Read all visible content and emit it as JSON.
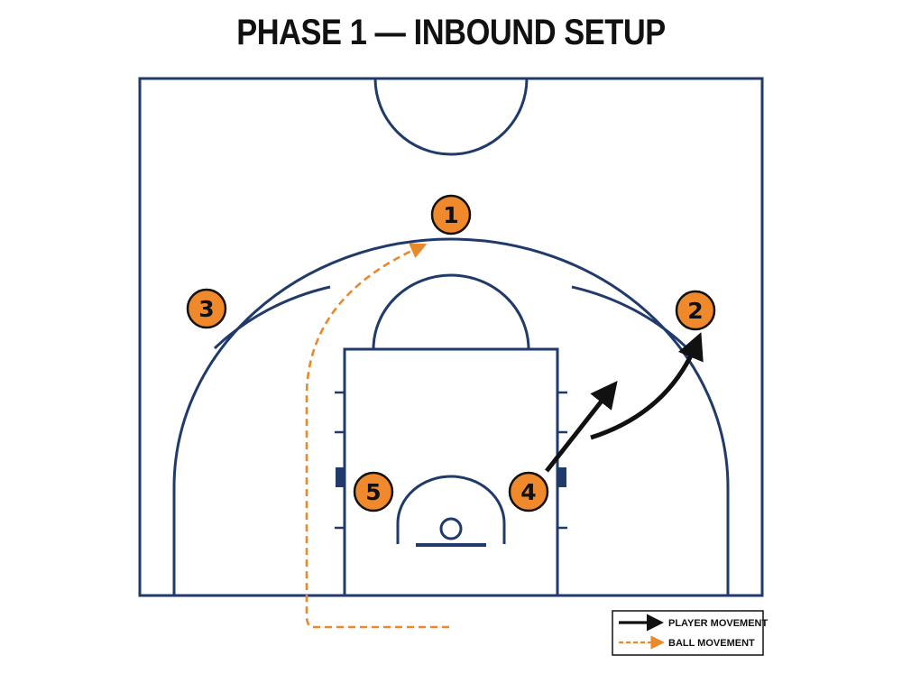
{
  "title": "PHASE 1 — INBOUND SETUP",
  "colors": {
    "court_line": "#1f3a6b",
    "player_fill": "#f0892b",
    "player_text": "#111111",
    "player_move": "#111111",
    "ball_move": "#e8892b"
  },
  "players": [
    {
      "label": "1"
    },
    {
      "label": "2"
    },
    {
      "label": "3"
    },
    {
      "label": "4"
    },
    {
      "label": "5"
    }
  ],
  "legend": {
    "player_movement": "PLAYER MOVEMENT",
    "ball_movement": "BALL MOVEMENT"
  }
}
